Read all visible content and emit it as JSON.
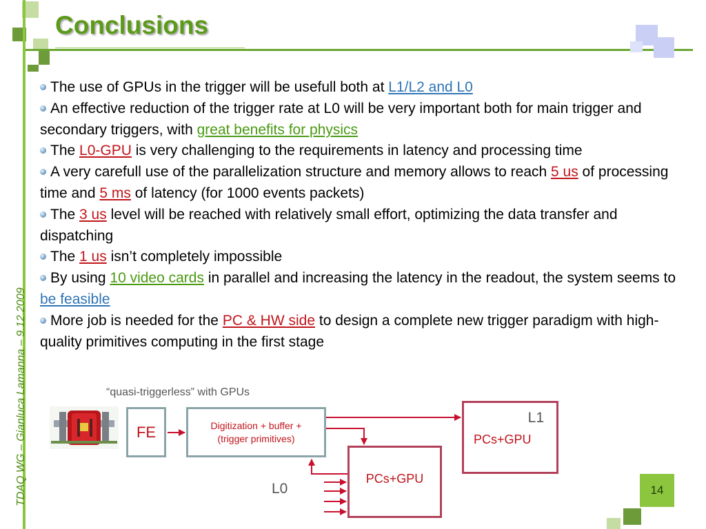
{
  "slide": {
    "title": "Conclusions",
    "side_text": "TDAQ WG – Gianluca Lamanna – 9.12.2009",
    "page_number": "14"
  },
  "bullets": [
    {
      "parts": [
        {
          "text": "The use of GPUs in the trigger will be usefull both at "
        },
        {
          "text": "L1/L2 and L0",
          "style": "blue"
        }
      ]
    },
    {
      "parts": [
        {
          "text": "An effective reduction of the trigger rate at L0 will be very important both for main trigger and secondary triggers, with "
        },
        {
          "text": "great benefits for physics",
          "style": "green"
        }
      ]
    },
    {
      "parts": [
        {
          "text": "The "
        },
        {
          "text": "L0-GPU",
          "style": "red"
        },
        {
          "text": " is very challenging to the requirements in latency and processing time"
        }
      ]
    },
    {
      "parts": [
        {
          "text": "A very carefull use of the parallelization structure and memory allows to reach "
        },
        {
          "text": "5 us",
          "style": "red"
        },
        {
          "text": " of processing time and "
        },
        {
          "text": "5 ms",
          "style": "red"
        },
        {
          "text": " of latency (for 1000 events packets)"
        }
      ]
    },
    {
      "parts": [
        {
          "text": "The "
        },
        {
          "text": "3 us",
          "style": "red"
        },
        {
          "text": " level will be reached with relatively small effort, optimizing the data transfer and dispatching"
        }
      ]
    },
    {
      "parts": [
        {
          "text": "The "
        },
        {
          "text": "1 us",
          "style": "red"
        },
        {
          "text": "  isn’t completely impossible"
        }
      ]
    },
    {
      "parts": [
        {
          "text": "By using "
        },
        {
          "text": "10 video cards",
          "style": "green"
        },
        {
          "text": " in parallel and increasing the latency in the readout, the system seems to "
        },
        {
          "text": "be feasible",
          "style": "blue"
        }
      ]
    },
    {
      "parts": [
        {
          "text": "More job is needed for the "
        },
        {
          "text": "PC & HW side",
          "style": "red"
        },
        {
          "text": " to design a complete new trigger paradigm with high-quality primitives computing in the first stage"
        }
      ]
    }
  ],
  "diagram": {
    "caption": "“quasi-triggerless” with GPUs",
    "fe_label": "FE",
    "digitization_line1": "Digitization + buffer +",
    "digitization_line2": "(trigger primitives)",
    "l1_label": "L1",
    "l1_pcs": "PCs+GPU",
    "l0_pcs": "PCs+GPU",
    "l0_label": "L0"
  },
  "colors": {
    "title_green": "#5c9a1a",
    "highlight_blue": "#2e74b5",
    "highlight_green": "#4a9a12",
    "highlight_red": "#c0151b",
    "box_gray_blue": "#8aa4aa",
    "box_maroon": "#b2405a",
    "arrow_red": "#c8102e"
  }
}
